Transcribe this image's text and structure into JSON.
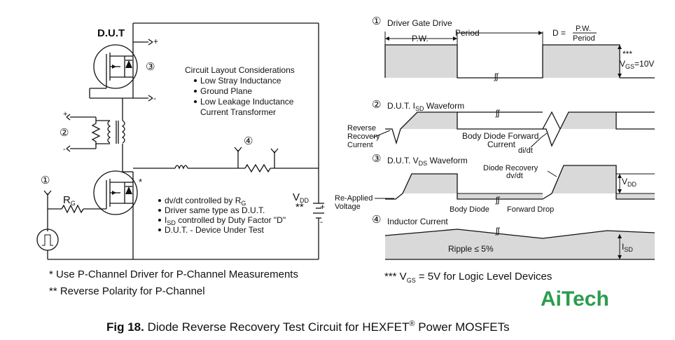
{
  "circuit": {
    "dut_label": "D.U.T",
    "layout_title": "Circuit Layout Considerations",
    "layout_items": [
      "Low Stray Inductance",
      "Ground Plane",
      "Low Leakage Inductance",
      "Current Transformer"
    ],
    "notes": [
      "dv/dt controlled by R",
      "Driver same type as D.U.T.",
      "I",
      "D.U.T. - Device Under Test"
    ],
    "note_rg_sub": "G",
    "note_isd_sub": "SD",
    "note_isd_rest": " controlled by Duty Factor \"D\"",
    "rg_main": "R",
    "rg_sub": "G",
    "vdd_main": "V",
    "vdd_sub": "DD",
    "vdd_stars": "**",
    "star": "*",
    "num1": "①",
    "num2": "②",
    "num3": "③",
    "num4": "④",
    "plus": "+",
    "minus": "-",
    "footnote1": "* Use P-Channel Driver for P-Channel Measurements",
    "footnote2": "** Reverse Polarity for P-Channel"
  },
  "waveforms": {
    "w1_title": "Driver Gate Drive",
    "pw": "P.W.",
    "period": "Period",
    "d_eq": "D =",
    "d_num": "P.W.",
    "d_den": "Period",
    "vgs_stars": "***",
    "vgs_main": "V",
    "vgs_sub": "GS",
    "vgs_rest": "=10V",
    "w2_title_a": "D.U.T. I",
    "w2_title_sub": "SD",
    "w2_title_b": " Waveform",
    "reverse": "Reverse",
    "recovery": "Recovery",
    "current": "Current",
    "body_diode_forward": "Body  Diode  Forward",
    "body_current": "Current",
    "didt": "di/dt",
    "w3_title_a": "D.U.T. V",
    "w3_title_sub": "DS",
    "w3_title_b": " Waveform",
    "diode_recovery": "Diode  Recovery",
    "dvdt": "dv/dt",
    "vdd_main": "V",
    "vdd_sub": "DD",
    "reapplied": "Re-Applied",
    "voltage": "Voltage",
    "body_diode": "Body  Diode",
    "forward_drop": "Forward  Drop",
    "w4_title": "Inductor Current",
    "ripple": "Ripple  ≤  5%",
    "isd_main": "I",
    "isd_sub": "SD",
    "logic_note_a": "*** V",
    "logic_note_sub": "GS",
    "logic_note_b": " = 5V for Logic Level Devices"
  },
  "logo": "AiTech",
  "caption_bold": "Fig 18.",
  "caption_text": "  Diode Reverse Recovery Test Circuit for HEXFET",
  "caption_reg": "®",
  "caption_tail": " Power MOSFETs"
}
